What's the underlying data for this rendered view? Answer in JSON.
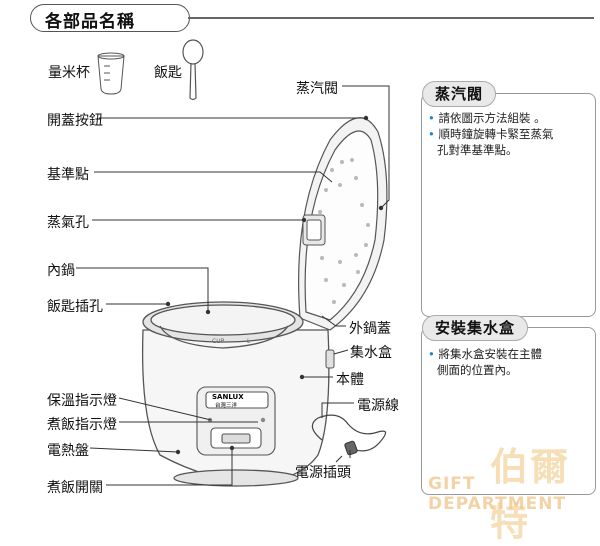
{
  "header": {
    "title": "各部品名稱"
  },
  "accessories": {
    "cup_label": "量米杯",
    "spoon_label": "飯匙"
  },
  "parts": {
    "steam_valve": "蒸汽閥",
    "lid_button": "開蓋按鈕",
    "reference_mark": "基準點",
    "steam_hole": "蒸氣孔",
    "inner_pot": "內鍋",
    "spoon_hole": "飯匙插孔",
    "outer_lid": "外鍋蓋",
    "water_box": "集水盒",
    "body": "本體",
    "power_cord": "電源線",
    "warm_indicator": "保溫指示燈",
    "cook_indicator": "煮飯指示燈",
    "heating_plate": "電熱盤",
    "cook_switch": "煮飯開關",
    "power_plug": "電源插頭"
  },
  "cooker_text": {
    "brand": "SANLUX",
    "brand_sub": "台灣三洋",
    "cup_mark": "CUP",
    "level_mark": "L"
  },
  "panel_steam": {
    "title": "蒸汽閥",
    "lines": [
      "請依圖示方法組裝 。",
      "順時鐘旋轉卡緊至蒸氣",
      "孔對準基準點。"
    ]
  },
  "panel_water": {
    "title": "安裝集水盒",
    "lines": [
      "將集水盒安裝在主體",
      "側面的位置內。"
    ]
  },
  "watermark": {
    "text": "伯爾特",
    "sub": "GIFT DEPARTMENT"
  }
}
